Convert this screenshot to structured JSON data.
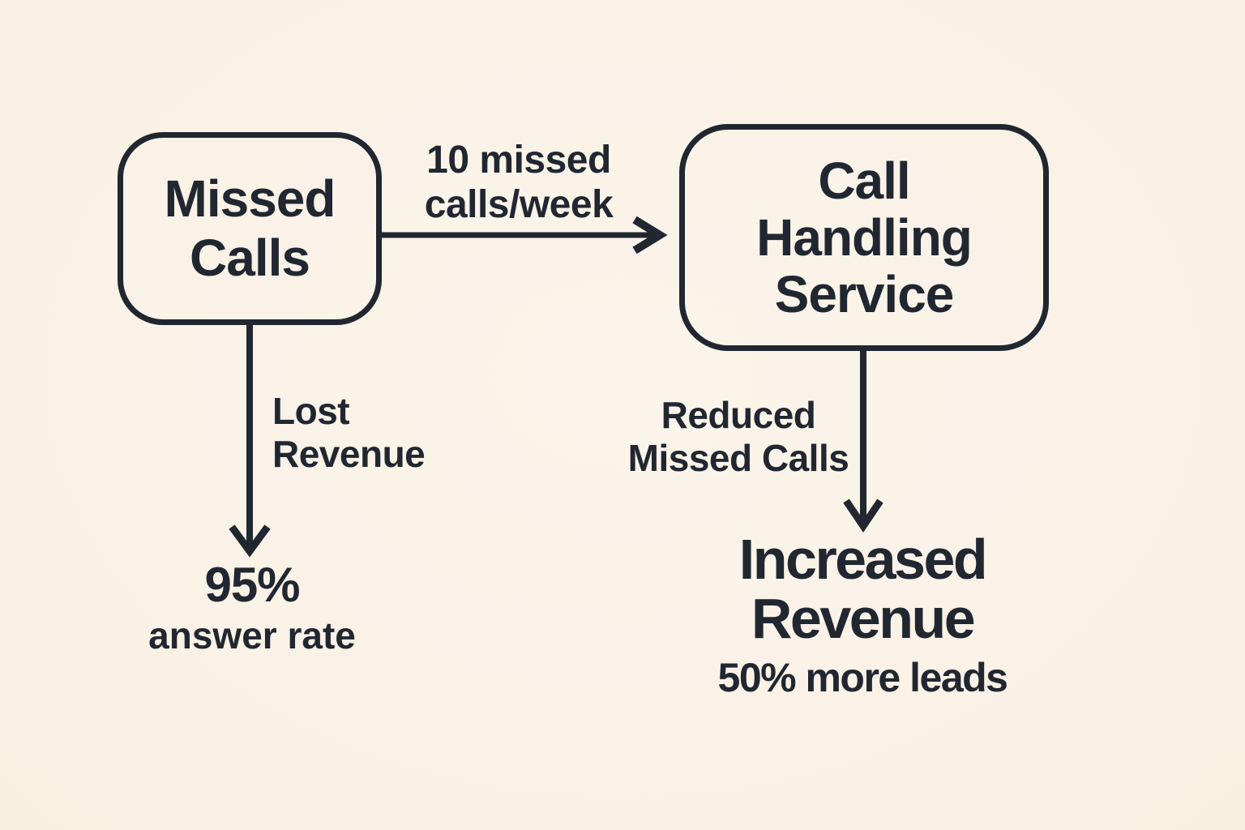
{
  "colors": {
    "background": "#faf2e7",
    "ink": "#212731"
  },
  "nodes": {
    "missed_calls": {
      "lines": [
        "Missed",
        "Calls"
      ]
    },
    "call_handling_service": {
      "lines": [
        "Call",
        "Handling",
        "Service"
      ]
    }
  },
  "edge_labels": {
    "missed_to_service": {
      "lines": [
        "10 missed",
        "calls/week"
      ]
    },
    "missed_to_answer_rate": {
      "lines": [
        "Lost",
        "Revenue"
      ]
    },
    "service_to_revenue": {
      "lines": [
        "Reduced",
        "Missed Calls"
      ]
    }
  },
  "outcomes": {
    "answer_rate": {
      "value": "95%",
      "caption": "answer rate"
    },
    "increased_revenue": {
      "title_lines": [
        "Increased",
        "Revenue"
      ],
      "caption": "50% more leads"
    }
  }
}
